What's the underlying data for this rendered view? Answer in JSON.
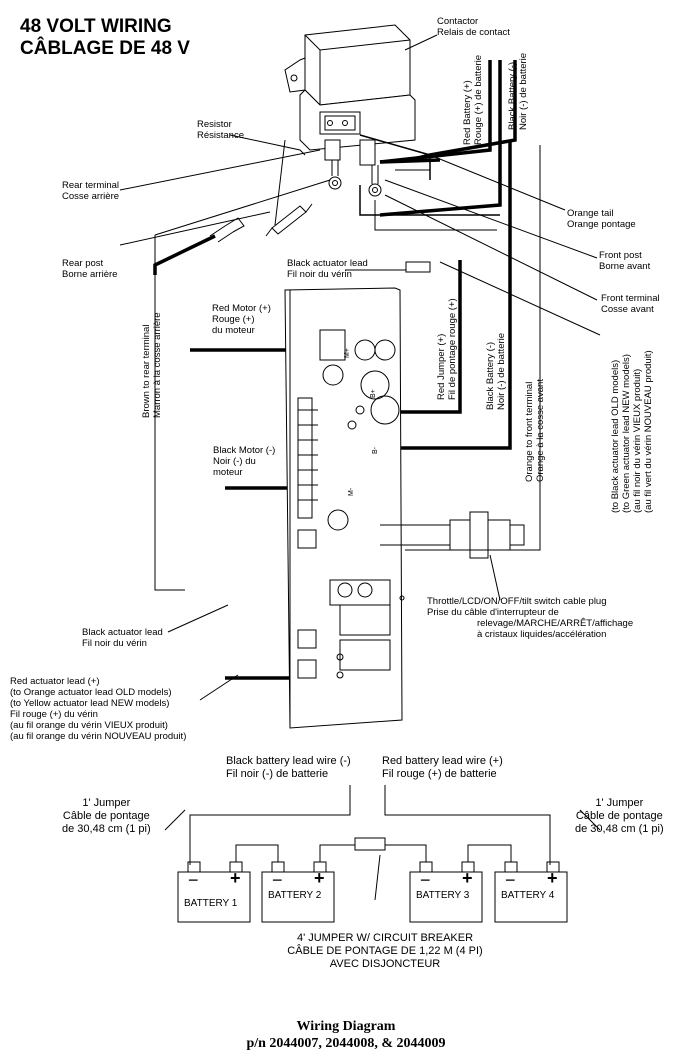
{
  "title": {
    "line1": "48 VOLT WIRING",
    "line2": "CÂBLAGE DE 48 V"
  },
  "labels": {
    "contactor": [
      "Contactor",
      "Relais de contact"
    ],
    "resistor": [
      "Resistor",
      "Résistance"
    ],
    "rear_terminal": [
      "Rear terminal",
      "Cosse arrière"
    ],
    "rear_post": [
      "Rear post",
      "Borne arrière"
    ],
    "black_actuator_top": [
      "Black actuator lead",
      "Fil noir du vérin"
    ],
    "orange_tail": [
      "Orange tail",
      "Orange pontage"
    ],
    "front_post": [
      "Front post",
      "Borne avant"
    ],
    "front_terminal": [
      "Front terminal",
      "Cosse avant"
    ],
    "red_motor": [
      "Red Motor (+)",
      "Rouge (+)",
      "du moteur"
    ],
    "black_motor": [
      "Black Motor (-)",
      "Noir (-) du",
      "moteur"
    ],
    "throttle": [
      "Throttle/LCD/ON/OFF/tilt switch cable plug",
      "Prise du câble d'interrupteur de",
      "relevage/MARCHE/ARRÊT/affichage",
      "à cristaux liquides/accélération"
    ],
    "black_actuator_bottom": [
      "Black actuator lead",
      "Fil noir du vérin"
    ],
    "red_actuator": [
      "Red actuator lead (+)",
      "(to Orange actuator lead OLD models)",
      "(to Yellow actuator lead NEW models)",
      "Fil rouge (+) du vérin",
      "(au fil orange du vérin VIEUX produit)",
      "(au fil orange du vérin NOUVEAU produit)"
    ],
    "black_battery_wire": [
      "Black battery lead wire (-)",
      "Fil noir (-) de batterie"
    ],
    "red_battery_wire": [
      "Red battery lead wire (+)",
      "Fil rouge (+) de batterie"
    ],
    "jumper_left": [
      "1' Jumper",
      "Câble de pontage",
      "de 30,48 cm (1 pi)"
    ],
    "jumper_right": [
      "1' Jumper",
      "Câble de pontage",
      "de 30,48 cm (1 pi)"
    ],
    "jumper_4ft": [
      "4' JUMPER W/ CIRCUIT BREAKER",
      "CÂBLE DE PONTAGE DE 1,22 M (4 PI)",
      "AVEC DISJONCTEUR"
    ]
  },
  "vertical_labels": {
    "brown_rear": [
      "Brown to rear terminal",
      "Marron à la cosse arrière"
    ],
    "red_battery_top": [
      "Red Battery (+)",
      "Rouge (+) de batterie"
    ],
    "black_battery_top": [
      "Black Battery (-)",
      "Noir (-) de batterie"
    ],
    "red_jumper": [
      "Red Jumper (+)",
      "Fil de pontage rouge (+)"
    ],
    "black_battery_mid": [
      "Black Battery (-)",
      "Noir (-) de batterie"
    ],
    "orange_front": [
      "Orange to front terminal",
      "Orange à la cosse avant"
    ],
    "actuator_models": [
      "(to Black actuator lead OLD models)",
      "(to Green actuator lead NEW models)",
      "(au fil noir du vérin VIEUX produit)",
      "(au fil vert du vérin NOUVEAU produit)"
    ]
  },
  "board_marks": {
    "m_plus": "M+",
    "b_plus": "B+",
    "b_minus": "B-",
    "m_minus": "M-"
  },
  "batteries": [
    {
      "label": "BATTERY 1",
      "neg": "−",
      "pos": "+"
    },
    {
      "label": "BATTERY 2",
      "neg": "−",
      "pos": "+"
    },
    {
      "label": "BATTERY 3",
      "neg": "−",
      "pos": "+"
    },
    {
      "label": "BATTERY 4",
      "neg": "−",
      "pos": "+"
    }
  ],
  "footer": {
    "line1": "Wiring Diagram",
    "line2": "p/n 2044007, 2044008, & 2044009"
  }
}
